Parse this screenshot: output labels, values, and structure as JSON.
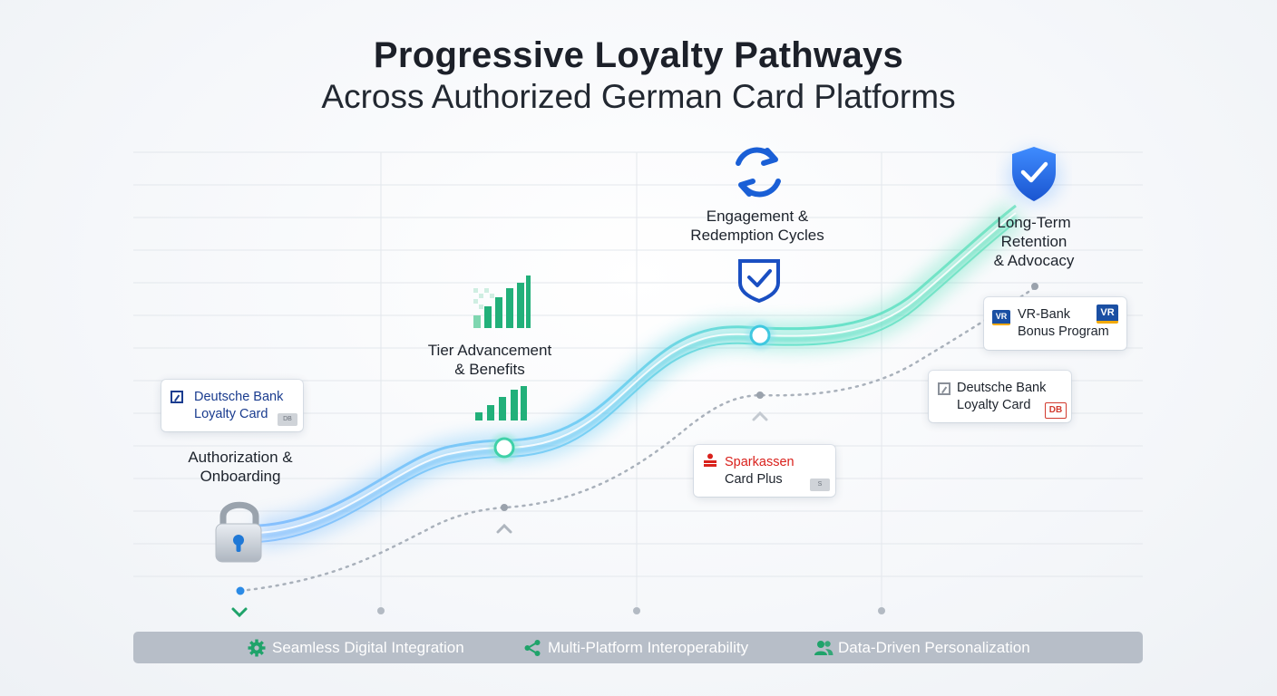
{
  "title": {
    "line1": "Progressive Loyalty Pathways",
    "line2": "Across Authorized German Card Platforms"
  },
  "stages": [
    {
      "id": "auth",
      "label_lines": [
        "Authorization &",
        "Onboarding"
      ],
      "icon": "padlock-icon"
    },
    {
      "id": "tier",
      "label_lines": [
        "Tier Advancement",
        "& Benefits"
      ],
      "icon": "bar-chart-icon"
    },
    {
      "id": "engage",
      "label_lines": [
        "Engagement &",
        "Redemption Cycles"
      ],
      "icon": "refresh-icon"
    },
    {
      "id": "retain",
      "label_lines": [
        "Long-Term",
        "Retention",
        "& Advocacy"
      ],
      "icon": "shield-check-icon"
    }
  ],
  "cards": [
    {
      "id": "db-left",
      "lines": [
        "Deutsche Bank",
        "Loyalty Card"
      ],
      "tag": "DB"
    },
    {
      "id": "sparkassen",
      "lines": [
        "Sparkassen",
        "Card Plus"
      ],
      "tag": "S"
    },
    {
      "id": "db-right",
      "lines": [
        "Deutsche Bank",
        "Loyalty Card"
      ],
      "badge": "DB"
    },
    {
      "id": "vr",
      "lines": [
        "VR-Bank",
        "Bonus Program"
      ],
      "badge": "VR",
      "mark": "VR"
    }
  ],
  "footer": [
    {
      "label": "Seamless Digital Integration",
      "icon": "gear-icon"
    },
    {
      "label": "Multi-Platform Interoperability",
      "icon": "share-icon"
    },
    {
      "label": "Data-Driven Personalization",
      "icon": "users-icon"
    }
  ],
  "colors": {
    "path_blue": "#5aa8f5",
    "path_teal": "#3fd8b0",
    "accent_blue": "#1a5fd6",
    "accent_green": "#1fa36a",
    "sparkassen_red": "#d9211c",
    "grid": "#e3e7ec",
    "footer_bar": "#b7bec8"
  }
}
